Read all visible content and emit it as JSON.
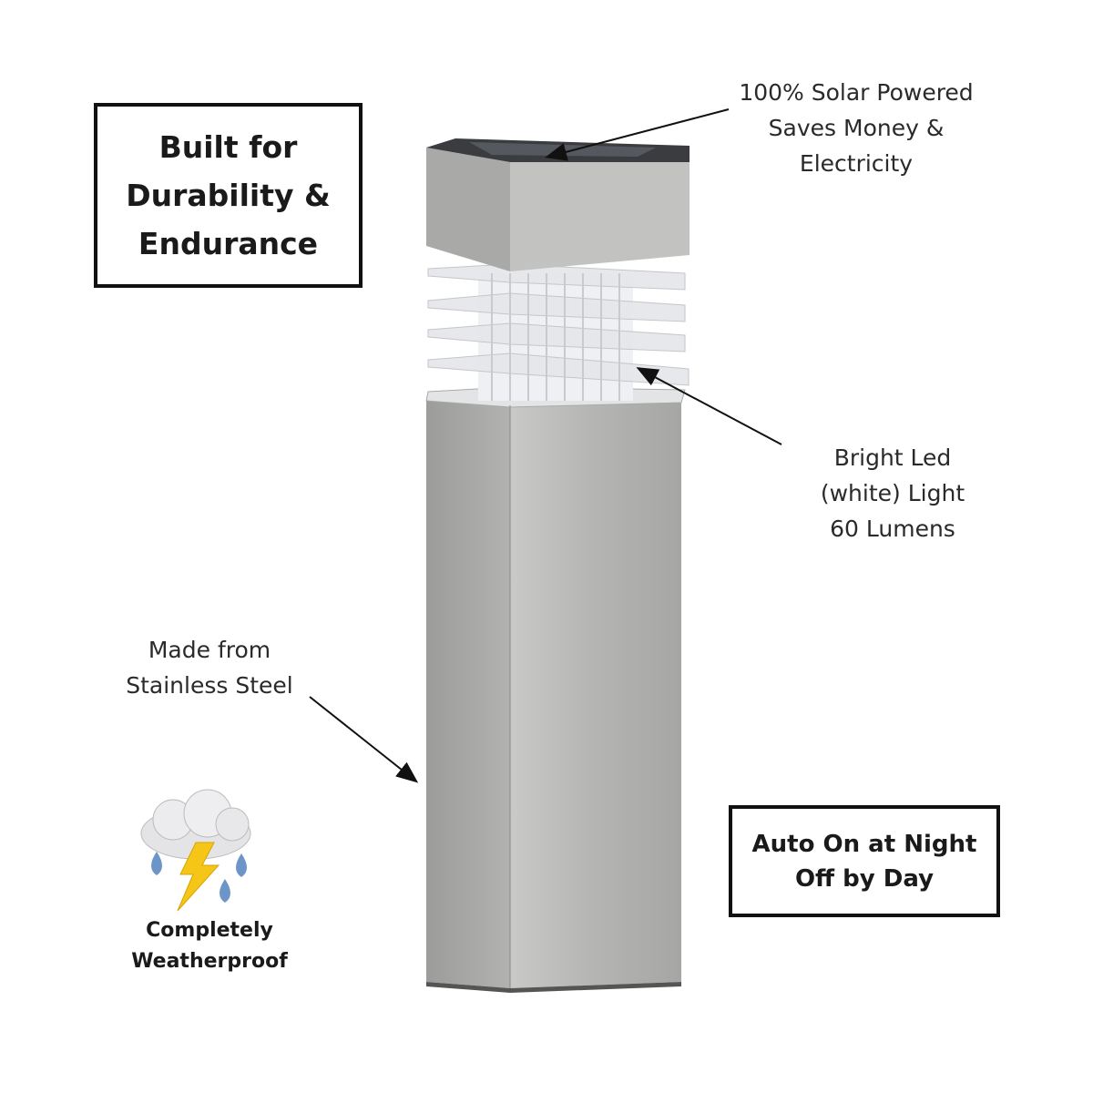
{
  "headline_box": {
    "lines": [
      "Built for",
      "Durability &",
      "Endurance"
    ]
  },
  "solar_callout": {
    "lines": [
      "100% Solar Powered",
      "Saves Money &",
      "Electricity"
    ]
  },
  "led_callout": {
    "lines": [
      "Bright Led",
      "(white) Light",
      "60 Lumens"
    ]
  },
  "material_callout": {
    "lines": [
      "Made from",
      "Stainless Steel"
    ]
  },
  "weather_badge": {
    "icon": "storm-cloud-icon",
    "lines": [
      "Completely",
      "Weatherproof"
    ]
  },
  "auto_box": {
    "lines": [
      "Auto On at Night",
      "Off by Day"
    ]
  },
  "colors": {
    "steel": "#b8b8b6",
    "steel_dark": "#8e8e8c",
    "panel": "#3a3c40",
    "text": "#1a1a1a"
  }
}
